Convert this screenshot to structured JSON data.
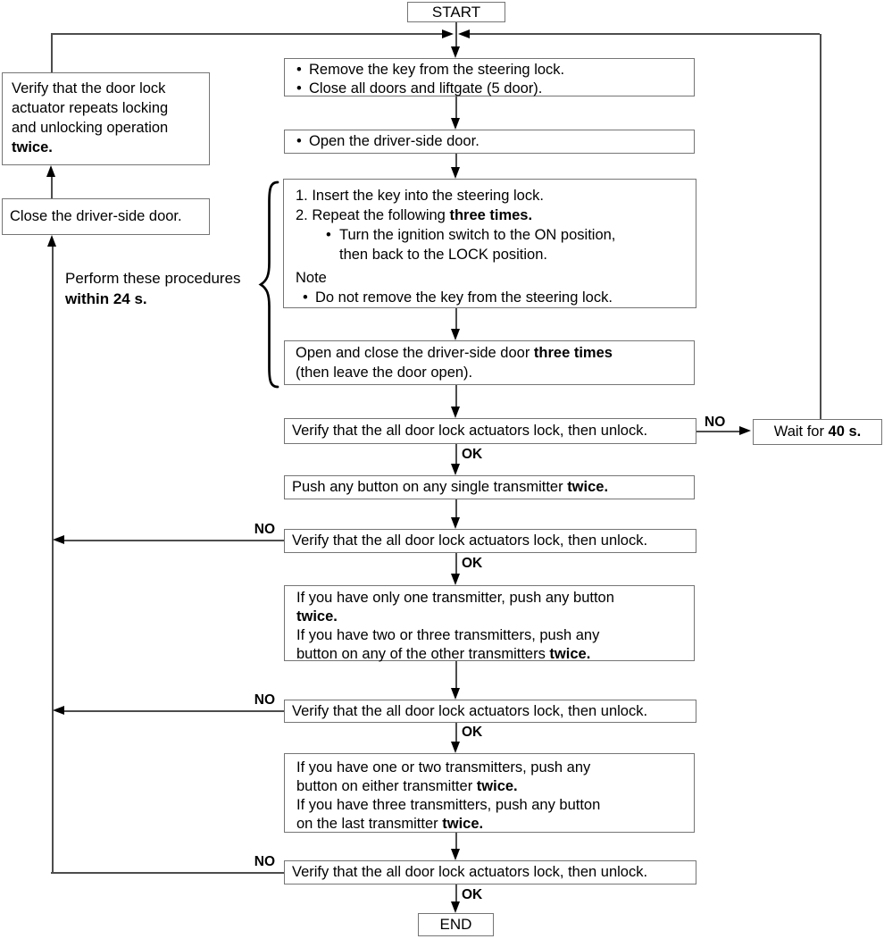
{
  "labels": {
    "start": "START",
    "end": "END",
    "ok": "OK",
    "no": "NO"
  },
  "colors": {
    "box_border": "#757575",
    "connector_line": "#4d4d4d",
    "text": "#000000",
    "background": "#ffffff"
  },
  "left_branch": {
    "verify_actuator": {
      "lines": [
        "Verify that the door lock",
        "actuator repeats locking",
        "and unlocking operation"
      ],
      "bold_line": "twice."
    },
    "close_door": "Close the driver-side door.",
    "timing_note": {
      "text": "Perform these procedures",
      "bold": "within 24 s."
    }
  },
  "main_flow": {
    "prepare": {
      "bullets": [
        "Remove the key from the steering lock.",
        "Close all doors and liftgate (5 door)."
      ]
    },
    "open_driver_door": {
      "bullet": "Open the driver-side door."
    },
    "key_cycle": {
      "step1": "1. Insert the key into the steering lock.",
      "step2_pre": "2. Repeat the following ",
      "step2_bold": "three times.",
      "step2_bullet_line1": "Turn the ignition switch to the ON position,",
      "step2_bullet_line2": "then back to the LOCK position.",
      "note_title": "Note",
      "note_bullet": "Do not remove the key from the steering lock."
    },
    "door_cycle": {
      "line1_pre": "Open and close the driver-side door ",
      "line1_bold": "three times",
      "line2": "(then leave the door open)."
    },
    "verify_text": "Verify that the all door lock actuators lock, then unlock.",
    "wait": {
      "pre": "Wait for ",
      "bold": "40 s."
    },
    "push_single": {
      "pre": "Push any button on any single transmitter ",
      "bold": "twice."
    },
    "second_transmitter": {
      "line1": "If you have only one transmitter, push any button",
      "line2_bold": "twice.",
      "line3": "If you have two or three transmitters, push any",
      "line4_pre": "button on any of the other transmitters ",
      "line4_bold": "twice."
    },
    "third_transmitter": {
      "line1": "If you have one or two transmitters, push any",
      "line2_pre": "button on either transmitter ",
      "line2_bold": "twice.",
      "line3": "If you have three transmitters, push any button",
      "line4_pre": "on the last transmitter ",
      "line4_bold": "twice."
    }
  }
}
